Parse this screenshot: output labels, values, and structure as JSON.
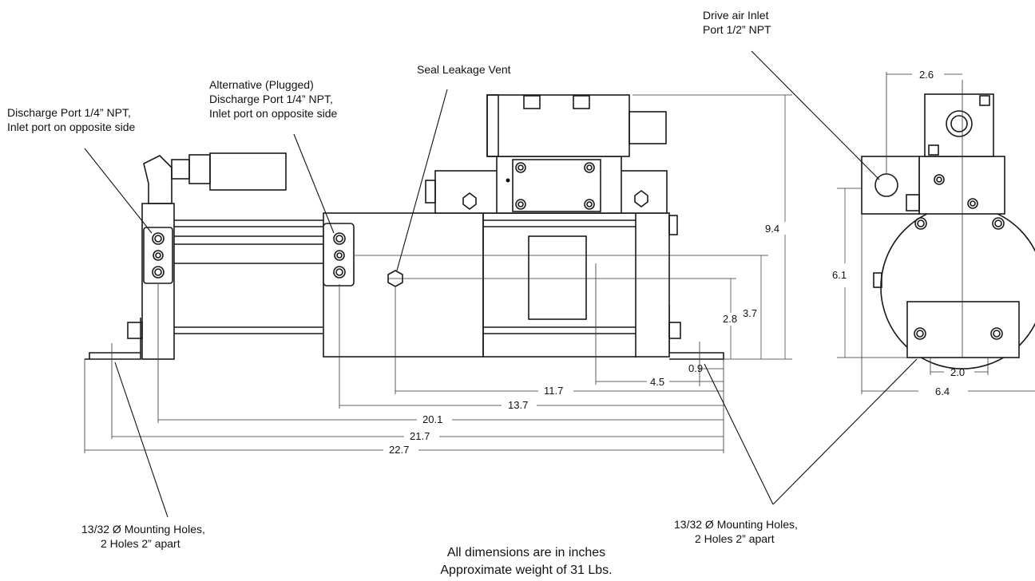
{
  "callouts": {
    "discharge_port": [
      "Discharge Port 1/4” NPT,",
      "Inlet port on opposite side"
    ],
    "alternative_port": [
      "Alternative (Plugged)",
      "Discharge Port 1/4” NPT,",
      "Inlet port on opposite side"
    ],
    "seal_vent": "Seal Leakage Vent",
    "drive_air": [
      "Drive air Inlet",
      "Port 1/2” NPT"
    ],
    "mounting_left": [
      "13/32 Ø Mounting Holes,",
      "2 Holes 2” apart"
    ],
    "mounting_right": [
      "13/32 Ø Mounting Holes,",
      "2 Holes 2” apart"
    ]
  },
  "dimensions": {
    "height_total": "9.4",
    "height_port": "3.7",
    "height_vent": "2.8",
    "foot_offset": "0.9",
    "d_4_5": "4.5",
    "d_11_7": "11.7",
    "d_13_7": "13.7",
    "d_20_1": "20.1",
    "d_21_7": "21.7",
    "d_22_7": "22.7",
    "side_2_6": "2.6",
    "side_6_1": "6.1",
    "side_2_0": "2.0",
    "side_6_4": "6.4"
  },
  "notes": [
    "All dimensions are in inches",
    "Approximate weight of 31 Lbs."
  ]
}
